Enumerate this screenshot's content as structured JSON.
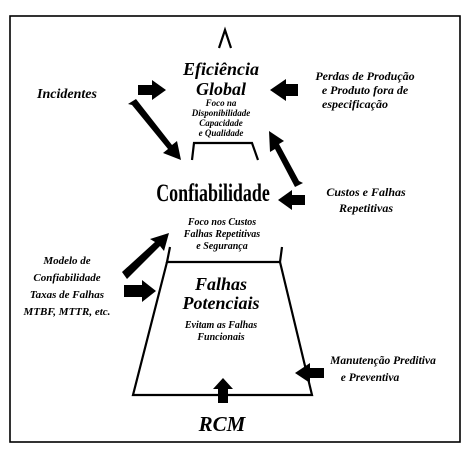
{
  "top": {
    "title_line1": "Eficiência",
    "title_line2": "Global",
    "sub_line1": "Foco na",
    "sub_line2": "Disponibilidade",
    "sub_line3": "Capacidade",
    "sub_line4": "e Qualidade"
  },
  "middle": {
    "title": "Confiabilidade",
    "sub_line1": "Foco nos Custos",
    "sub_line2": "Falhas Repetitivas",
    "sub_line3": "e Segurança"
  },
  "bottom": {
    "title_line1": "Falhas",
    "title_line2": "Potenciais",
    "sub_line1": "Evitam as Falhas",
    "sub_line2": "Funcionais"
  },
  "labels": {
    "incidentes": "Incidentes",
    "perdas_line1": "Perdas de Produção",
    "perdas_line2": "e Produto fora de",
    "perdas_line3": "especificação",
    "custos_line1": "Custos e Falhas",
    "custos_line2": "Repetitivas",
    "modelo_line1": "Modelo de",
    "modelo_line2": "Confiabilidade",
    "modelo_line3": "Taxas de Falhas",
    "modelo_line4": "MTBF, MTTR, etc.",
    "manutencao_line1": "Manutenção Preditiva",
    "manutencao_line2": "e Preventiva",
    "rcm": "RCM"
  }
}
